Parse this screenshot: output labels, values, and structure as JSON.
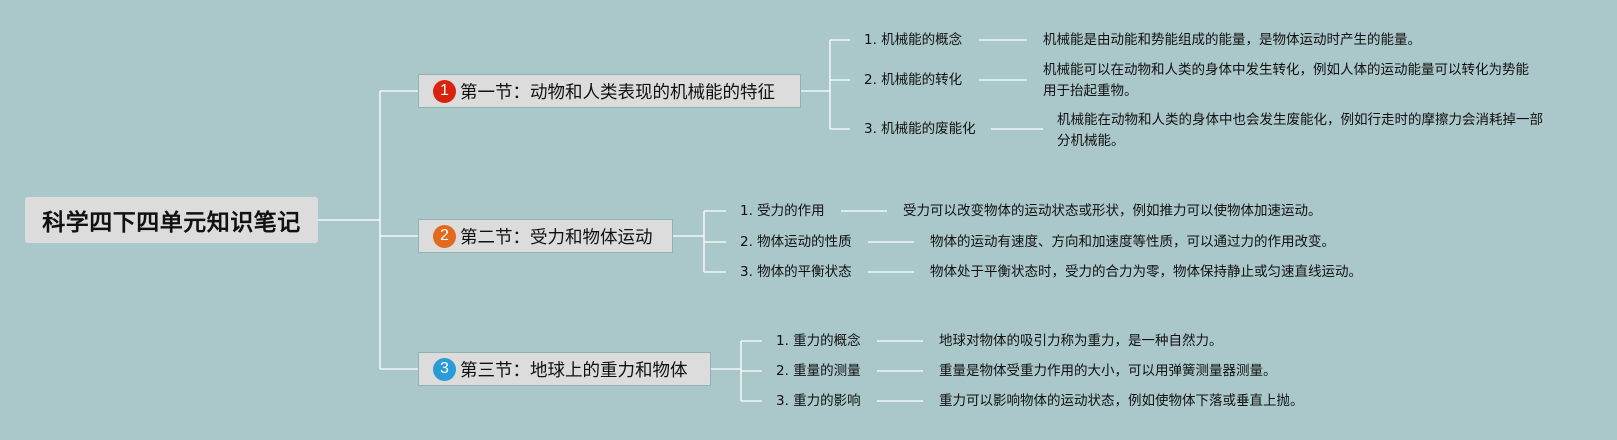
{
  "root": {
    "title": "科学四下四单元知识笔记"
  },
  "sections": [
    {
      "badge": "1",
      "badge_color": "#d8240f",
      "title": "第一节：动物和人类表现的机械能的特征",
      "topics": [
        {
          "label": "1. 机械能的概念",
          "desc": "机械能是由动能和势能组成的能量，是物体运动时产生的能量。"
        },
        {
          "label": "2. 机械能的转化",
          "desc": "机械能可以在动物和人类的身体中发生转化，例如人体的运动能量可以转化为势能用于抬起重物。"
        },
        {
          "label": "3. 机械能的废能化",
          "desc": "机械能在动物和人类的身体中也会发生废能化，例如行走时的摩擦力会消耗掉一部分机械能。"
        }
      ]
    },
    {
      "badge": "2",
      "badge_color": "#e2691d",
      "title": "第二节：受力和物体运动",
      "topics": [
        {
          "label": "1. 受力的作用",
          "desc": "受力可以改变物体的运动状态或形状，例如推力可以使物体加速运动。"
        },
        {
          "label": "2. 物体运动的性质",
          "desc": "物体的运动有速度、方向和加速度等性质，可以通过力的作用改变。"
        },
        {
          "label": "3. 物体的平衡状态",
          "desc": "物体处于平衡状态时，受力的合力为零，物体保持静止或匀速直线运动。"
        }
      ]
    },
    {
      "badge": "3",
      "badge_color": "#2b9bd7",
      "title": "第三节：地球上的重力和物体",
      "topics": [
        {
          "label": "1. 重力的概念",
          "desc": "地球对物体的吸引力称为重力，是一种自然力。"
        },
        {
          "label": "2. 重量的测量",
          "desc": "重量是物体受重力作用的大小，可以用弹簧测量器测量。"
        },
        {
          "label": "3. 重力的影响",
          "desc": "重力可以影响物体的运动状态，例如使物体下落或垂直上抛。"
        }
      ]
    }
  ]
}
